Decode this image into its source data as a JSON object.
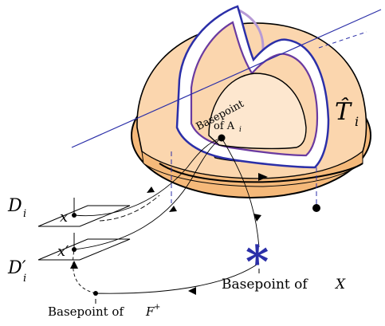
{
  "labels": {
    "t_hat": "T̂",
    "t_sub": "i",
    "basepoint_a_line1": "Basepoint",
    "basepoint_a_line2": "of A",
    "basepoint_a_sub": "i",
    "d_i": "D",
    "d_i_sub": "i",
    "d_i_prime": "D′",
    "d_i_prime_sub": "i",
    "x": "x",
    "x_prime": "x′",
    "basepoint_x": "Basepoint of ",
    "basepoint_x_var": "X",
    "basepoint_f": "Basepoint of ",
    "basepoint_f_var": "F",
    "basepoint_f_sup": "+",
    "star": "*"
  },
  "colors": {
    "disk_fill": "#f5b97a",
    "dome_fill": "#fbd6ae",
    "dome_light": "#fde7cf",
    "outline": "#000000",
    "blue": "#2b2fa8",
    "purple": "#6a3aa0",
    "lavender": "#b79ad6"
  }
}
